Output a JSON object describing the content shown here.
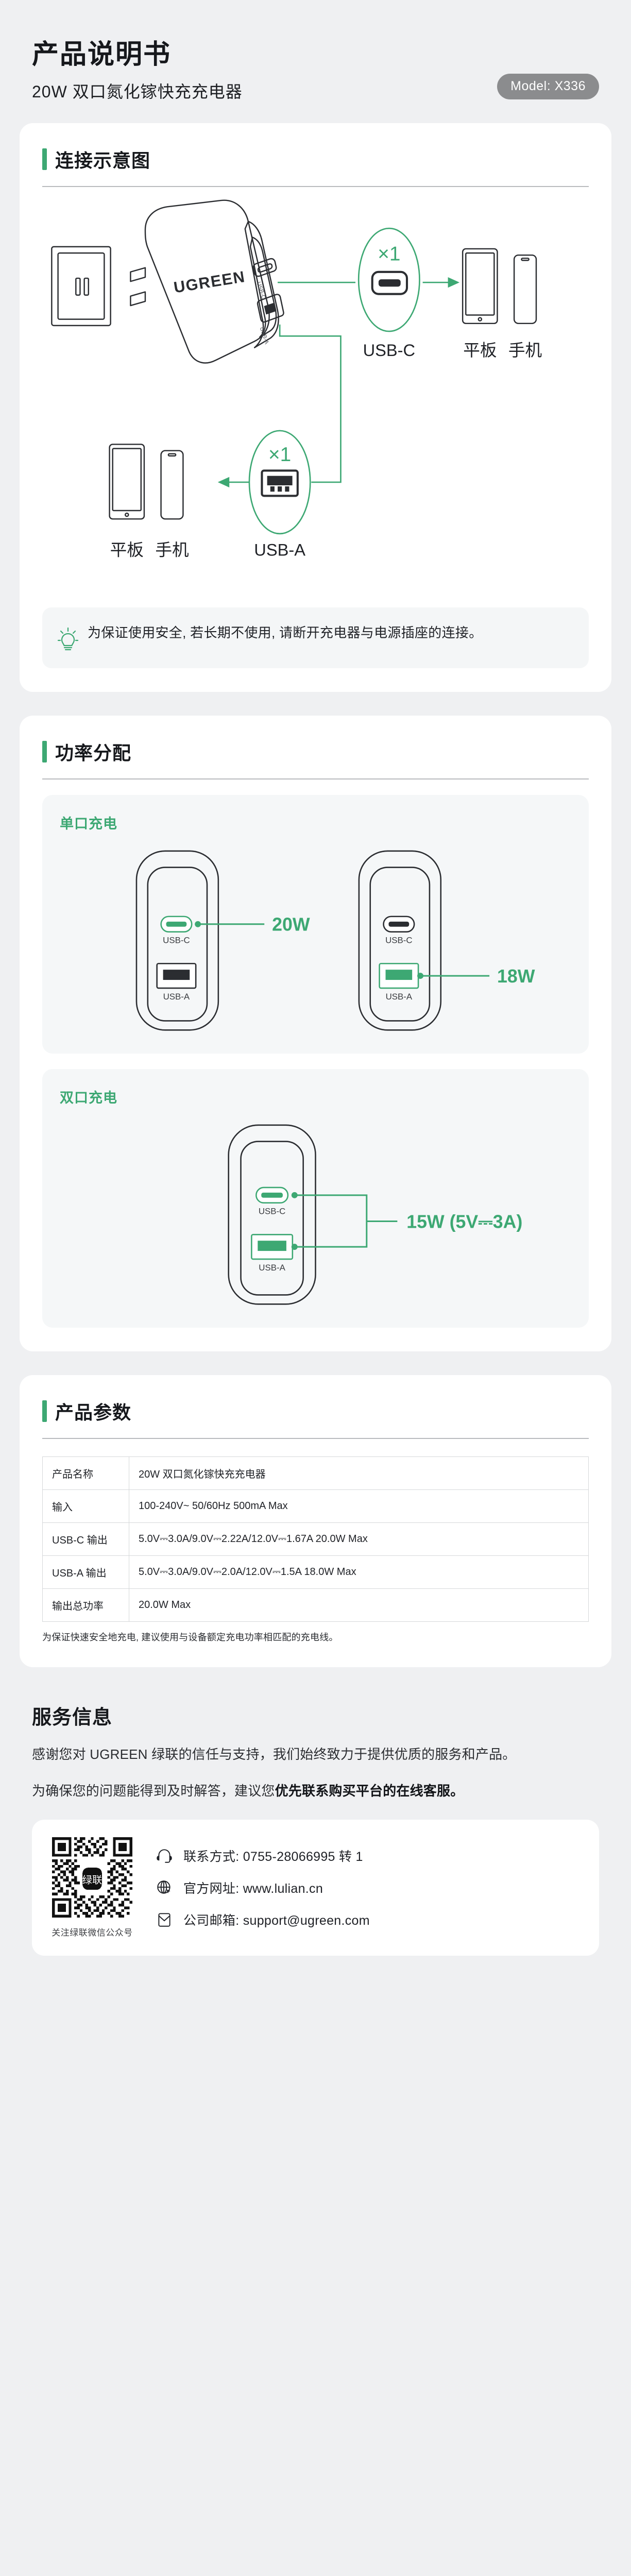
{
  "header": {
    "title": "产品说明书",
    "subtitle": "20W 双口氮化镓快充充电器",
    "model_badge": "Model: X336"
  },
  "accent_color": "#3da873",
  "sections": {
    "connection": {
      "title": "连接示意图",
      "diagram": {
        "brand_text": "UGREEN",
        "port_c_label": "USB-C",
        "port_a_label": "USB-A",
        "count_c": "×1",
        "count_a": "×1",
        "usb_c_title": "USB-C",
        "usb_a_title": "USB-A",
        "device_tablet": "平板",
        "device_phone": "手机",
        "device_tablet2": "平板",
        "device_phone2": "手机"
      },
      "tip": "为保证使用安全, 若长期不使用, 请断开充电器与电源插座的连接。"
    },
    "power": {
      "title": "功率分配",
      "single": {
        "label": "单口充电",
        "chargers": [
          {
            "port_c": "USB-C",
            "port_a": "USB-A",
            "active": "c",
            "value": "20W"
          },
          {
            "port_c": "USB-C",
            "port_a": "USB-A",
            "active": "a",
            "value": "18W"
          }
        ]
      },
      "dual": {
        "label": "双口充电",
        "charger": {
          "port_c": "USB-C",
          "port_a": "USB-A",
          "value": "15W (5V⎓3A)"
        }
      }
    },
    "spec": {
      "title": "产品参数",
      "rows": [
        {
          "key": "产品名称",
          "value": "20W 双口氮化镓快充充电器"
        },
        {
          "key": "输入",
          "value": "100-240V~ 50/60Hz 500mA Max"
        },
        {
          "key": "USB-C 输出",
          "value": "5.0V⎓3.0A/9.0V⎓2.22A/12.0V⎓1.67A  20.0W Max"
        },
        {
          "key": "USB-A 输出",
          "value": "5.0V⎓3.0A/9.0V⎓2.0A/12.0V⎓1.5A  18.0W Max"
        },
        {
          "key": "输出总功率",
          "value": "20.0W Max"
        }
      ],
      "note": "为保证快速安全地充电, 建议使用与设备额定充电功率相匹配的充电线。"
    },
    "service": {
      "title": "服务信息",
      "para1": "感谢您对 UGREEN 绿联的信任与支持，我们始终致力于提供优质的服务和产品。",
      "para2_pre": "为确保您的问题能得到及时解答，建议您",
      "para2_strong": "优先联系购买平台的在线客服。",
      "qr_caption": "关注绿联微信公众号",
      "qr_center_text": "绿联",
      "contacts": [
        {
          "icon": "headset-icon",
          "text": "联系方式: 0755-28066995 转 1"
        },
        {
          "icon": "globe-icon",
          "text": "官方网址: www.lulian.cn"
        },
        {
          "icon": "envelope-icon",
          "text": "公司邮箱: support@ugreen.com"
        }
      ]
    }
  }
}
